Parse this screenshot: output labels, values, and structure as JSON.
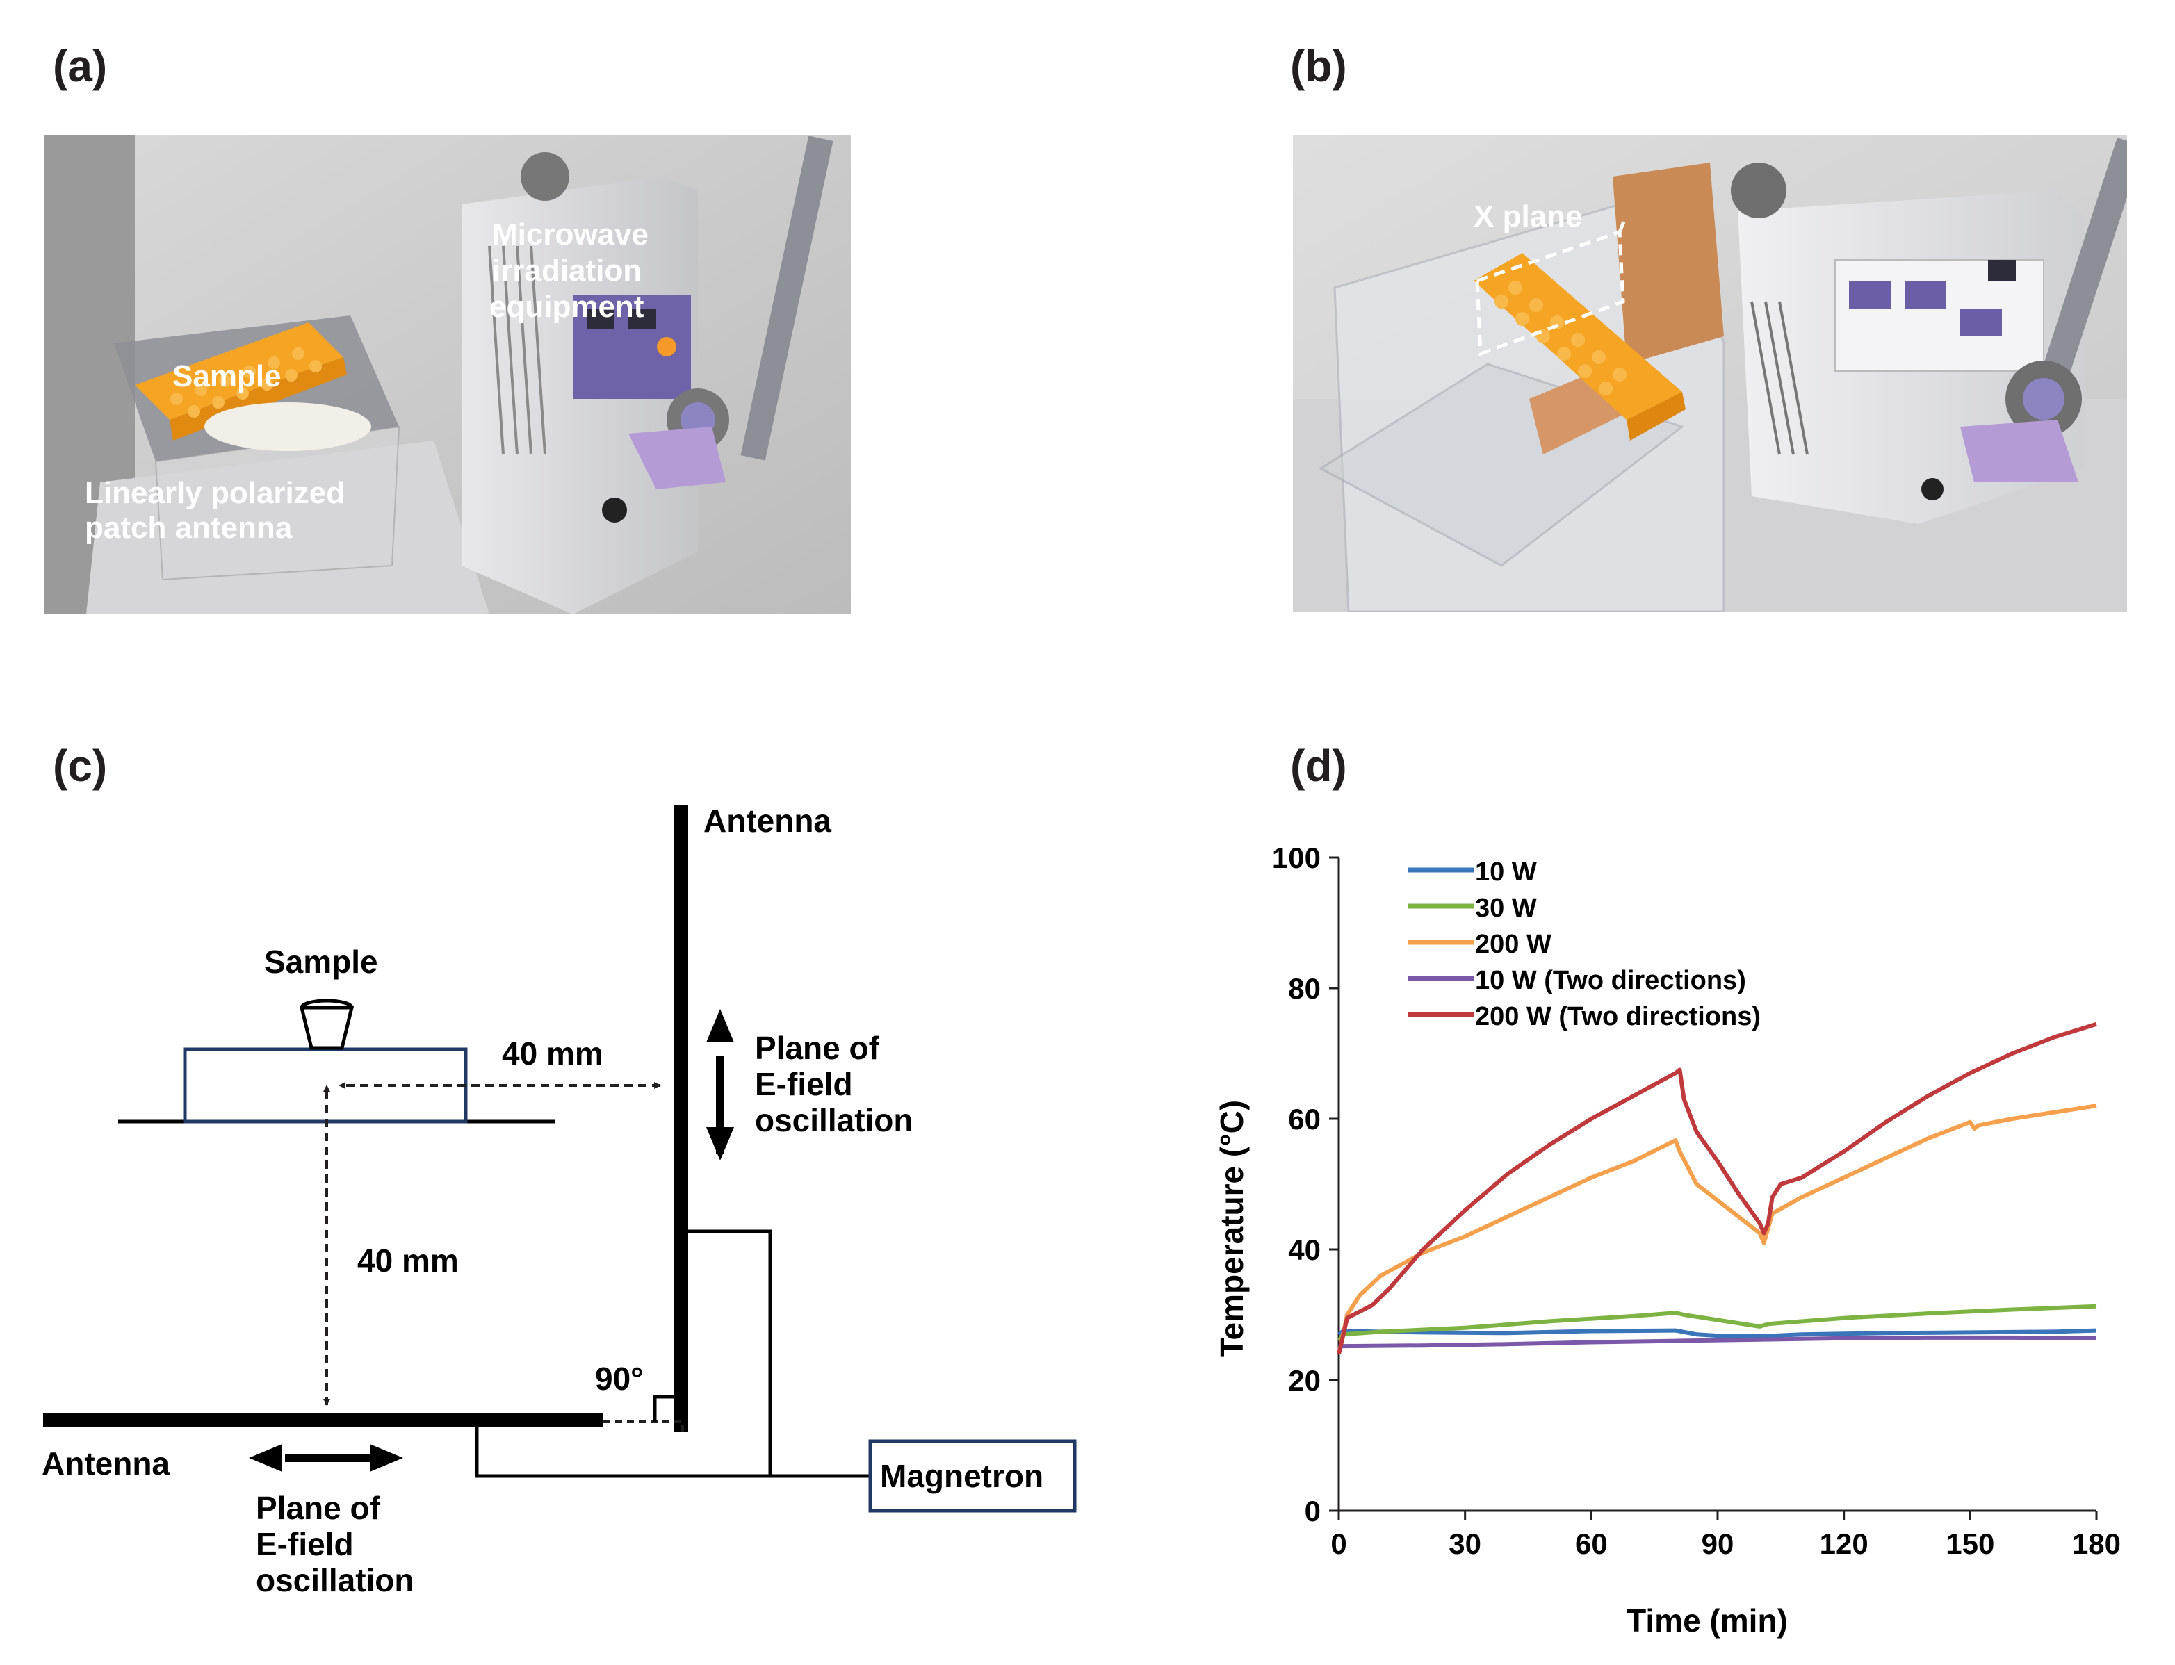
{
  "panels": {
    "a": {
      "label": "(a)",
      "photo_annotations": {
        "equipment": [
          "Microwave",
          "irradiation",
          "equipment"
        ],
        "sample": "Sample",
        "antenna": [
          "Linearly polarized",
          "patch antenna"
        ]
      }
    },
    "b": {
      "label": "(b)",
      "photo_annotations": {
        "plane": "X plane"
      }
    },
    "c": {
      "label": "(c)",
      "diagram": {
        "antenna_vertical": "Antenna",
        "antenna_horizontal": "Antenna",
        "sample": "Sample",
        "distance_horizontal": "40 mm",
        "distance_vertical": "40 mm",
        "angle": "90°",
        "magnetron": "Magnetron",
        "efield_vertical": [
          "Plane of",
          "E-field",
          "oscillation"
        ],
        "efield_horizontal": [
          "Plane of",
          "E-field",
          "oscillation"
        ]
      }
    },
    "d": {
      "label": "(d)"
    }
  },
  "chart_data": {
    "type": "line",
    "xlabel": "Time (min)",
    "ylabel": "Temperature (°C)",
    "xlim": [
      0,
      180
    ],
    "ylim": [
      0,
      100
    ],
    "xticks": [
      0,
      30,
      60,
      90,
      120,
      150,
      180
    ],
    "yticks": [
      0,
      20,
      40,
      60,
      80,
      100
    ],
    "grid": false,
    "legend_position": "top-left",
    "series": [
      {
        "name": "10 W",
        "color": "#3a75b9",
        "x": [
          0,
          1,
          20,
          40,
          60,
          80,
          85,
          90,
          100,
          110,
          130,
          150,
          170,
          180
        ],
        "y": [
          27,
          27.5,
          27.3,
          27.2,
          27.5,
          27.6,
          27,
          26.8,
          26.7,
          27,
          27.2,
          27.3,
          27.4,
          27.6
        ]
      },
      {
        "name": "30 W",
        "color": "#7cb342",
        "x": [
          0,
          1,
          10,
          30,
          50,
          70,
          80,
          82,
          100,
          102,
          120,
          140,
          160,
          180
        ],
        "y": [
          26,
          27,
          27.4,
          28,
          29,
          29.8,
          30.3,
          30,
          28.2,
          28.6,
          29.5,
          30.2,
          30.8,
          31.3
        ]
      },
      {
        "name": "200 W",
        "color": "#f5a04d",
        "x": [
          0,
          2,
          5,
          10,
          20,
          30,
          40,
          50,
          60,
          70,
          80,
          81,
          85,
          90,
          95,
          100,
          101,
          103,
          110,
          120,
          130,
          140,
          150,
          151,
          152,
          160,
          170,
          180
        ],
        "y": [
          24,
          30,
          33,
          36,
          39.5,
          42,
          45,
          48,
          51,
          53.5,
          56.7,
          55,
          50,
          47.5,
          45,
          42.5,
          41,
          45.5,
          48,
          51,
          54,
          57,
          59.5,
          58.5,
          59,
          60,
          61,
          62
        ]
      },
      {
        "name": "10 W (Two directions)",
        "color": "#7b58a8",
        "x": [
          0,
          1,
          20,
          40,
          60,
          80,
          100,
          120,
          140,
          160,
          180
        ],
        "y": [
          25,
          25.2,
          25.3,
          25.5,
          25.8,
          26,
          26.2,
          26.4,
          26.5,
          26.5,
          26.4
        ]
      },
      {
        "name": "200 W (Two directions)",
        "color": "#c0393c",
        "x": [
          0,
          2,
          5,
          8,
          12,
          20,
          30,
          40,
          50,
          60,
          70,
          80,
          81,
          82,
          85,
          90,
          95,
          100,
          101,
          102,
          103,
          105,
          110,
          120,
          130,
          140,
          150,
          160,
          170,
          180
        ],
        "y": [
          24,
          29.5,
          30.5,
          31.5,
          34,
          40,
          46,
          51.5,
          56,
          60,
          63.5,
          67,
          67.5,
          63,
          58,
          53.5,
          48.5,
          44,
          42.5,
          44,
          48,
          50,
          51,
          55,
          59.5,
          63.5,
          67,
          70,
          72.5,
          74.5
        ]
      }
    ]
  }
}
